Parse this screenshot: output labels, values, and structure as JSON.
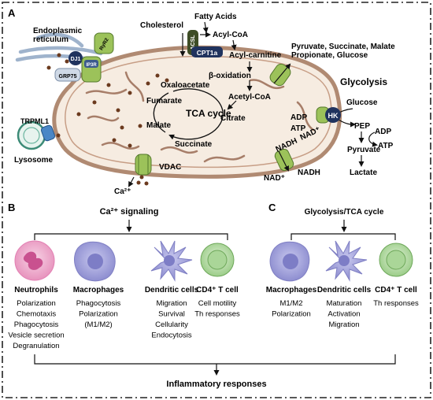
{
  "panel_a": {
    "label": "A",
    "er": "Endoplasmic\nreticulum",
    "proteins": {
      "dj1": "DJ1",
      "grp75": "GRP75",
      "ip3r": "IP3R",
      "ryr2": "RyR2",
      "acsl": "ACSL",
      "cpt1a": "CPT1a",
      "hk": "HK",
      "trpml1": "TRPML1"
    },
    "fatty_acids": "Fatty Acids",
    "cholesterol": "Cholesterol",
    "acyl_coa": "Acyl-CoA",
    "acyl_carnitine": "Acyl-carnitine",
    "beta_ox": "β-oxidation",
    "acetyl_coa": "Acetyl-CoA",
    "metabolites": "Pyruvate, Succinate, Malate\nPropionate, Glucose",
    "glycolysis_title": "Glycolysis",
    "glucose": "Glucose",
    "pep": "PEP",
    "adp_gly": "ADP",
    "atp_gly": "ATP",
    "pyruvate": "Pyruvate",
    "lactate": "Lactate",
    "tca": {
      "center": "TCA cycle",
      "oxaloacetate": "Oxaloacetate",
      "citrate": "Citrate",
      "succinate": "Succinate",
      "malate": "Malate",
      "fumarate": "Fumarate"
    },
    "adp_m": "ADP",
    "atp_m": "ATP",
    "nadh_in": "NADH",
    "nad_in": "NAD⁺",
    "nad_out": "NAD⁺",
    "nadh_out": "NADH",
    "lysosome": "Lysosome",
    "ca": "Ca²⁺",
    "vdac": "VDAC"
  },
  "panel_b": {
    "label": "B",
    "title": "Ca²⁺ signaling",
    "cells": [
      {
        "name": "Neutrophils",
        "items": [
          "Polarization",
          "Chemotaxis",
          "Phagocytosis",
          "Vesicle secretion",
          "Degranulation"
        ]
      },
      {
        "name": "Macrophages",
        "items": [
          "Phagocytosis",
          "Polarization",
          "(M1/M2)"
        ]
      },
      {
        "name": "Dendritic cells",
        "items": [
          "Migration",
          "Survival",
          "Cellularity",
          "Endocytosis"
        ]
      },
      {
        "name": "CD4⁺ T cell",
        "items": [
          "Cell motility",
          "Th responses"
        ]
      }
    ]
  },
  "panel_c": {
    "label": "C",
    "title": "Glycolysis/TCA cycle",
    "cells": [
      {
        "name": "Macrophages",
        "items": [
          "M1/M2",
          "Polarization"
        ]
      },
      {
        "name": "Dendritic cells",
        "items": [
          "Maturation",
          "Activation",
          "Migration"
        ]
      },
      {
        "name": "CD4⁺ T cell",
        "items": [
          "Th responses"
        ]
      }
    ]
  },
  "bottom": "Inflammatory responses",
  "colors": {
    "mito_fill": "#f6ece1",
    "mito_stroke": "#b08a72",
    "cristae": "#a77e69",
    "dot": "#6b3a1e",
    "channel": "#9cc25a",
    "channel_dark": "#557a2c",
    "protein_dark": "#20335e",
    "acsl": "#3e4d26",
    "neutrophil": "#f2bfd8",
    "macrophage": "#b3b3e4",
    "dendritic": "#b3b3e4",
    "tcell": "#cfe6c4"
  }
}
